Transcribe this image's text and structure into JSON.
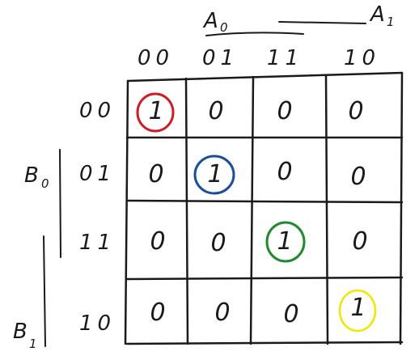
{
  "top_labels": {
    "a0": {
      "letter": "A",
      "subscript": "0"
    },
    "a1": {
      "letter": "A",
      "subscript": "1"
    }
  },
  "side_labels": {
    "b0": {
      "letter": "B",
      "subscript": "0"
    },
    "b1": {
      "letter": "B",
      "subscript": "1"
    }
  },
  "column_headers": [
    "00",
    "01",
    "11",
    "10"
  ],
  "row_headers": [
    "00",
    "01",
    "11",
    "10"
  ],
  "cells": [
    [
      "1",
      "0",
      "0",
      "0"
    ],
    [
      "0",
      "1",
      "0",
      "0"
    ],
    [
      "0",
      "0",
      "1",
      "0"
    ],
    [
      "0",
      "0",
      "0",
      "1"
    ]
  ],
  "circled_cells": [
    {
      "row": 0,
      "col": 0,
      "color": "#d01c24"
    },
    {
      "row": 1,
      "col": 1,
      "color": "#1b4f9c"
    },
    {
      "row": 2,
      "col": 2,
      "color": "#1f8a2e"
    },
    {
      "row": 3,
      "col": 3,
      "color": "#f2e600"
    }
  ],
  "colors": {
    "ink": "#1a1a1a",
    "background": "#ffffff"
  }
}
